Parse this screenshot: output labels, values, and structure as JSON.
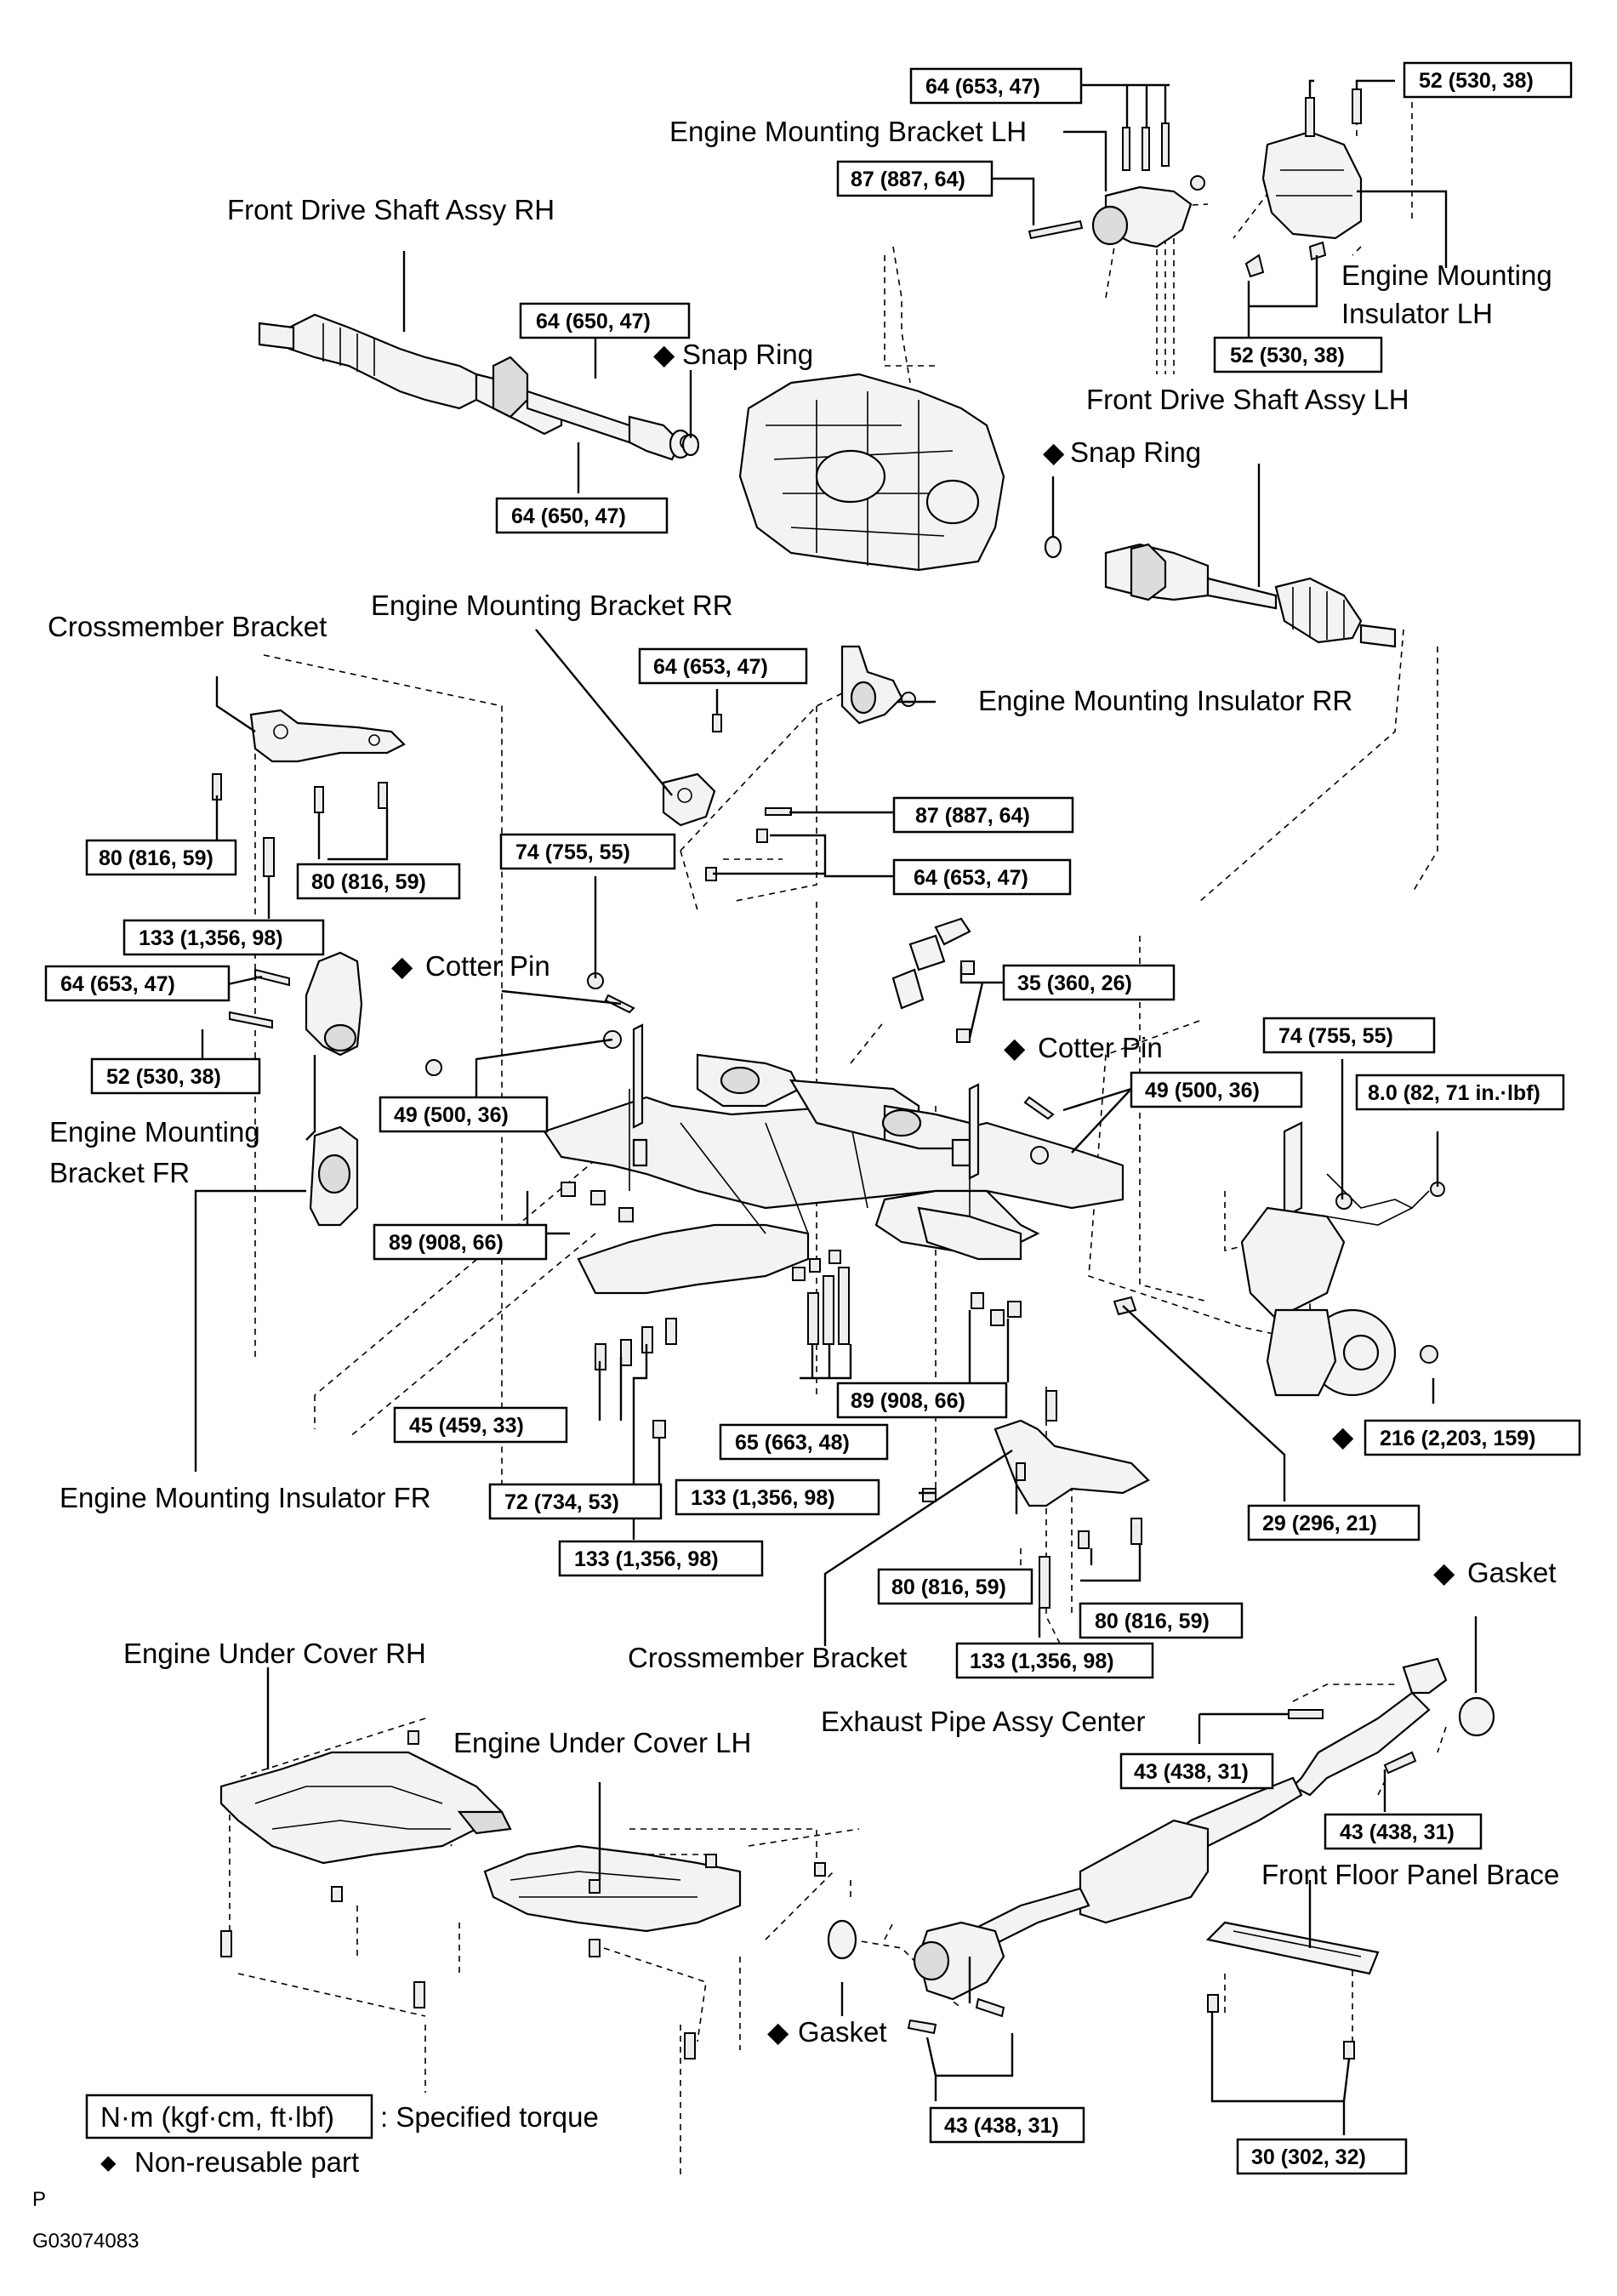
{
  "labels": {
    "front_drive_shaft_rh": "Front Drive Shaft Assy RH",
    "engine_mounting_bracket_lh": "Engine Mounting Bracket LH",
    "engine_mounting_insulator_lh_line1": "Engine Mounting",
    "engine_mounting_insulator_lh_line2": "Insulator LH",
    "front_drive_shaft_lh": "Front Drive Shaft Assy LH",
    "snap_ring_1": "Snap Ring",
    "snap_ring_2": "Snap Ring",
    "crossmember_bracket_1": "Crossmember Bracket",
    "engine_mounting_bracket_rr": "Engine Mounting Bracket RR",
    "engine_mounting_insulator_rr": "Engine Mounting Insulator RR",
    "cotter_pin_1": "Cotter Pin",
    "cotter_pin_2": "Cotter Pin",
    "engine_mounting_bracket_fr_line1": "Engine Mounting",
    "engine_mounting_bracket_fr_line2": "Bracket FR",
    "engine_mounting_insulator_fr": "Engine Mounting Insulator FR",
    "crossmember_bracket_2": "Crossmember Bracket",
    "engine_under_cover_rh": "Engine Under Cover RH",
    "engine_under_cover_lh": "Engine Under Cover LH",
    "exhaust_pipe_center": "Exhaust Pipe Assy Center",
    "gasket_1": "Gasket",
    "gasket_2": "Gasket",
    "front_floor_panel_brace": "Front Floor Panel Brace"
  },
  "torques": {
    "t_64_653_47_top": "64 (653, 47)",
    "t_52_530_38_top": "52 (530, 38)",
    "t_87_887_64_top": "87 (887, 64)",
    "t_52_530_38_lh": "52 (530, 38)",
    "t_64_650_47_a": "64 (650, 47)",
    "t_64_650_47_b": "64 (650, 47)",
    "t_64_653_47_rr": "64 (653, 47)",
    "t_87_887_64_rr": "87 (887, 64)",
    "t_64_653_47_rr2": "64 (653, 47)",
    "t_74_755_55_left": "74 (755, 55)",
    "t_80_816_59_a": "80 (816, 59)",
    "t_80_816_59_b": "80 (816, 59)",
    "t_133_1356_98_a": "133 (1,356, 98)",
    "t_64_653_47_fr": "64 (653, 47)",
    "t_52_530_38_fr": "52 (530, 38)",
    "t_35_360_26": "35 (360, 26)",
    "t_74_755_55_right": "74 (755, 55)",
    "t_49_500_36_left": "49 (500, 36)",
    "t_49_500_36_right": "49 (500, 36)",
    "t_8_82_71": "8.0 (82, 71 in.·lbf)",
    "t_89_908_66_a": "89 (908, 66)",
    "t_89_908_66_b": "89 (908, 66)",
    "t_45_459_33": "45 (459, 33)",
    "t_65_663_48": "65 (663, 48)",
    "t_216_2203_159": "216 (2,203, 159)",
    "t_72_734_53": "72 (734, 53)",
    "t_133_1356_98_b": "133 (1,356, 98)",
    "t_29_296_21": "29 (296, 21)",
    "t_133_1356_98_c": "133 (1,356, 98)",
    "t_80_816_59_c": "80 (816, 59)",
    "t_80_816_59_d": "80 (816, 59)",
    "t_133_1356_98_d": "133 (1,356, 98)",
    "t_43_438_31_a": "43 (438, 31)",
    "t_43_438_31_b": "43 (438, 31)",
    "t_43_438_31_c": "43 (438, 31)",
    "t_30_302_32": "30 (302, 32)"
  },
  "legend": {
    "box_text": "N·m (kgf·cm, ft·lbf)",
    "box_desc": ": Specified torque",
    "nonreusable": "Non-reusable part",
    "symbol": "◆"
  },
  "footer": {
    "letter": "P",
    "code": "G03074083"
  }
}
